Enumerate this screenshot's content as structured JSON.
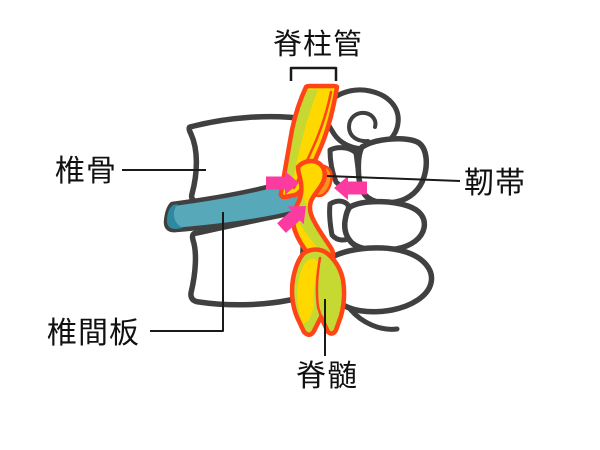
{
  "diagram": {
    "type": "anatomical-illustration",
    "subject": "lumbar spine side view with compressed spinal cord",
    "labels": {
      "spinal_canal": "脊柱管",
      "vertebra": "椎骨",
      "ligament": "靭帯",
      "intervertebral_disc": "椎間板",
      "spinal_cord": "脊髄"
    },
    "icons": {
      "compression_arrows": "pink block arrows pointing at pinched spinal cord",
      "compression_arrows_count": 3
    },
    "colors": {
      "background": "#ffffff",
      "bone_fill": "#ffffff",
      "outline": "#404040",
      "disc_teal": "#57a9ba",
      "disc_edge": "#2e89a0",
      "cord_yellow": "#ffd800",
      "cord_green": "#c6d832",
      "cord_outline": "#ff4517",
      "ligament_orange": "#f8941c",
      "arrow_pink": "#fc3ba0",
      "label_line": "#1a1a1a",
      "text": "#111111"
    }
  }
}
